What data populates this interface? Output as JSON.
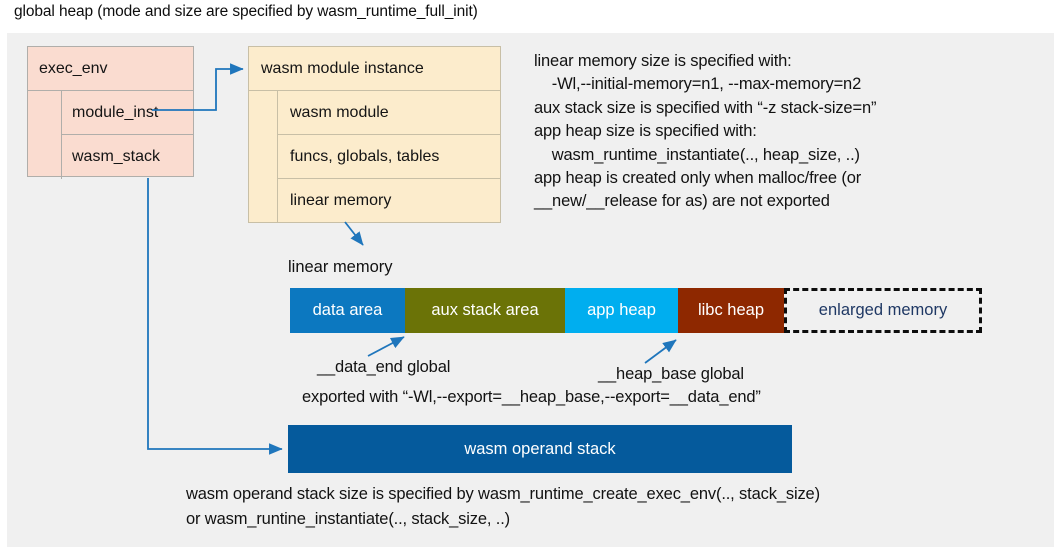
{
  "title": "global heap (mode and size are specified by wasm_runtime_full_init)",
  "exec_env": {
    "header": "exec_env",
    "rows": [
      {
        "label": "module_inst"
      },
      {
        "label": "wasm_stack"
      }
    ]
  },
  "wasm_module_instance": {
    "header": "wasm module instance",
    "rows": [
      {
        "label": "wasm module"
      },
      {
        "label": "funcs, globals, tables"
      },
      {
        "label": "linear memory"
      }
    ]
  },
  "notes": {
    "right_block": "linear memory size is specified with:\n    -Wl,--initial-memory=n1, --max-memory=n2\naux stack size is specified with “-z stack-size=n”\napp heap size is specified with:\n    wasm_runtime_instantiate(.., heap_size, ..)\napp heap is created only when malloc/free (or\n__new/__release for as) are not exported",
    "data_end_global": "__data_end global",
    "heap_base_global": "__heap_base global",
    "exported_with": "exported with “-Wl,--export=__heap_base,--export=__data_end”",
    "bottom_block": "wasm operand stack size is specified by wasm_runtime_create_exec_env(.., stack_size)\nor wasm_runtine_instantiate(.., stack_size, ..)"
  },
  "linear_memory": {
    "caption": "linear memory",
    "segments": [
      {
        "label": "data area",
        "color": "#0c78c0",
        "width": 115
      },
      {
        "label": "aux stack area",
        "color": "#6b7307",
        "width": 160
      },
      {
        "label": "app heap",
        "color": "#00aeef",
        "width": 113
      },
      {
        "label": "libc heap",
        "color": "#8e2800",
        "width": 106
      },
      {
        "label": "enlarged memory",
        "color": "#f0f0f0",
        "width": 198
      }
    ]
  },
  "operand_stack": {
    "label": "wasm operand stack",
    "color": "#055a9c"
  },
  "colors": {
    "panel_bg": "#f0f0f0",
    "exec_env_fill": "#fadcd0",
    "module_instance_fill": "#fceccc",
    "arrow": "#1f76bc",
    "enlarged_text": "#1f3864"
  }
}
